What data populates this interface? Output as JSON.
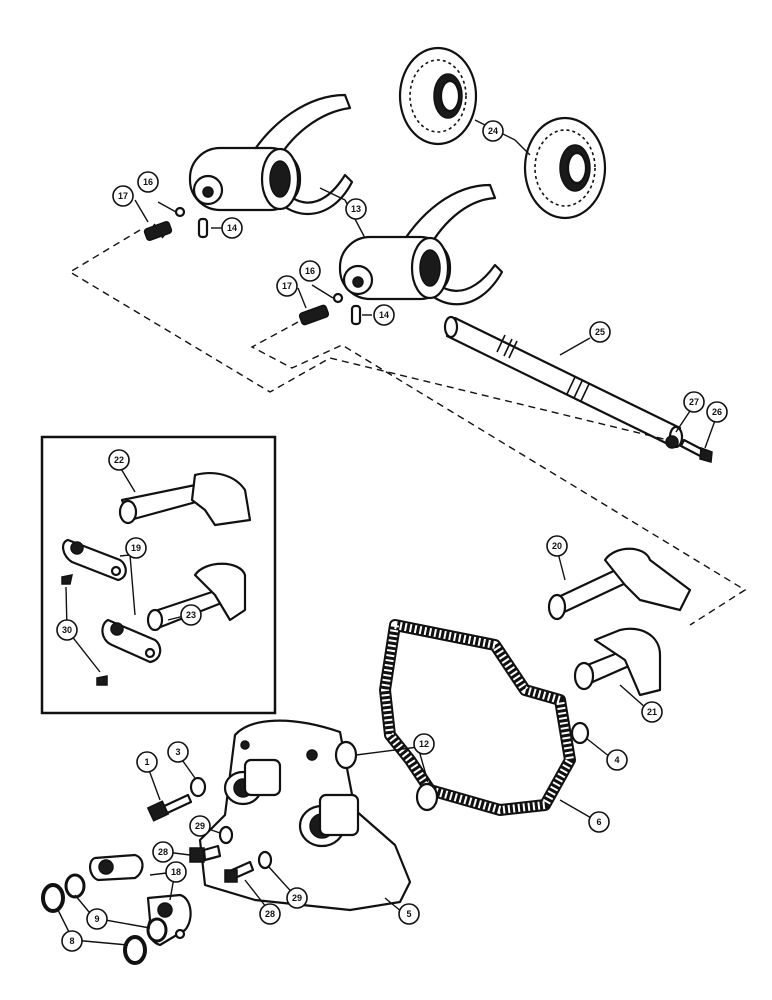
{
  "callouts": {
    "c1": "1",
    "c3": "3",
    "c4": "4",
    "c5": "5",
    "c6": "6",
    "c8": "8",
    "c9": "9",
    "c12": "12",
    "c13": "13",
    "c14a": "14",
    "c14b": "14",
    "c16a": "16",
    "c16b": "16",
    "c17a": "17",
    "c17b": "17",
    "c18": "18",
    "c19": "19",
    "c20": "20",
    "c21": "21",
    "c22": "22",
    "c23": "23",
    "c24": "24",
    "c25": "25",
    "c26": "26",
    "c27": "27",
    "c28a": "28",
    "c28b": "28",
    "c29a": "29",
    "c29b": "29",
    "c30": "30"
  }
}
